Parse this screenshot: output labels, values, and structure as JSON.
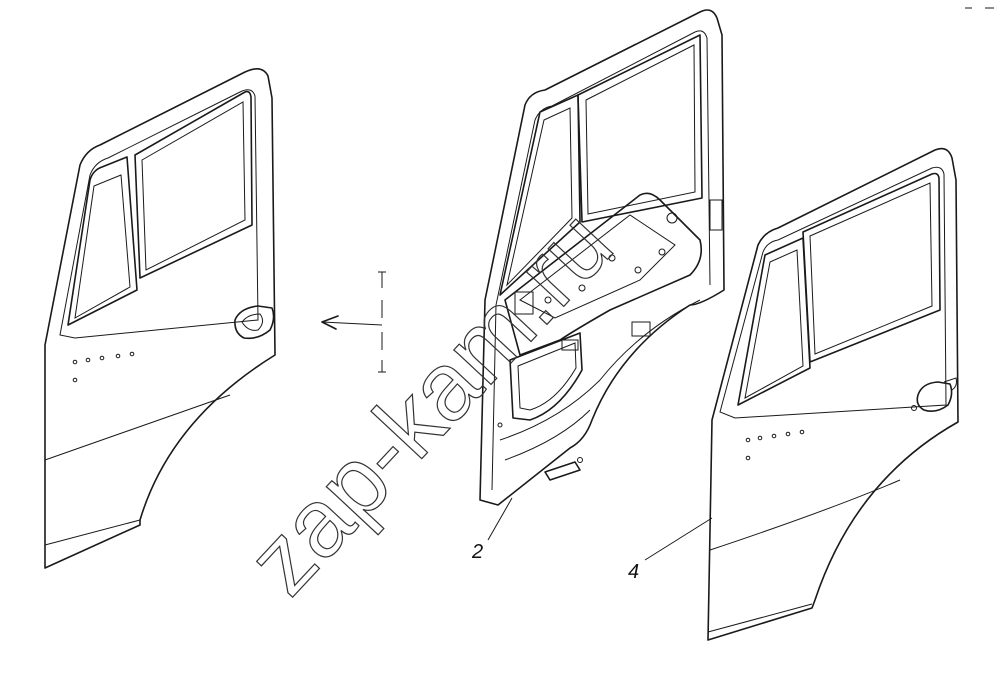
{
  "diagram": {
    "callouts": [
      {
        "id": "2",
        "text": "2"
      },
      {
        "id": "4",
        "text": "4"
      }
    ],
    "watermark": "zap-kam.ru"
  }
}
